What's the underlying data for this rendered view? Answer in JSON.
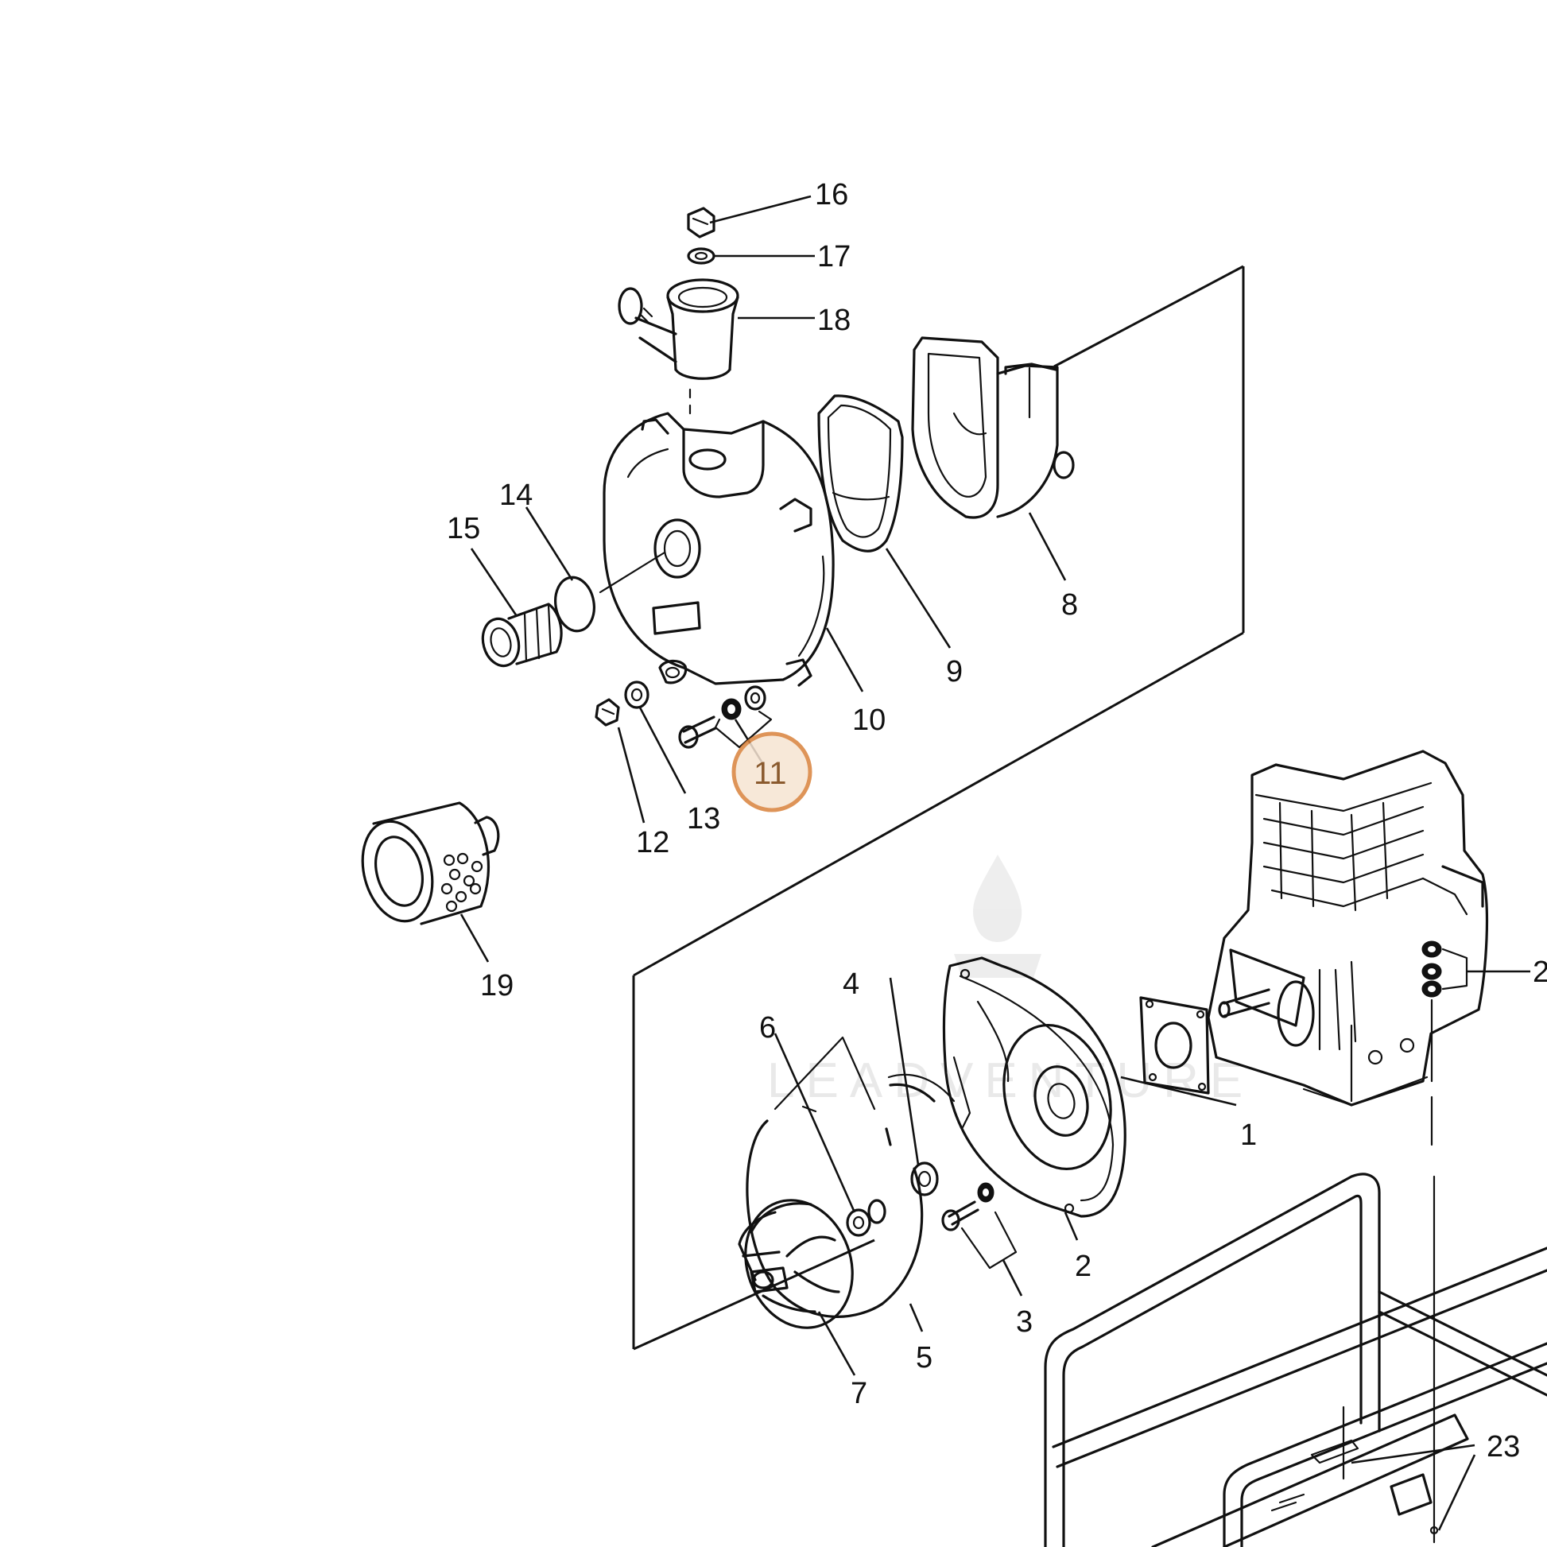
{
  "diagram": {
    "watermark": "LEADVENTURE",
    "highlighted_callout": "11",
    "highlight_color": "#d9823b",
    "callouts": [
      {
        "id": "c1",
        "text": "1"
      },
      {
        "id": "c2",
        "text": "2"
      },
      {
        "id": "c3",
        "text": "3"
      },
      {
        "id": "c4",
        "text": "4"
      },
      {
        "id": "c5",
        "text": "5"
      },
      {
        "id": "c6",
        "text": "6"
      },
      {
        "id": "c7",
        "text": "7"
      },
      {
        "id": "c8",
        "text": "8"
      },
      {
        "id": "c9",
        "text": "9"
      },
      {
        "id": "c10",
        "text": "10"
      },
      {
        "id": "c11",
        "text": "11"
      },
      {
        "id": "c12",
        "text": "12"
      },
      {
        "id": "c13",
        "text": "13"
      },
      {
        "id": "c14",
        "text": "14"
      },
      {
        "id": "c15",
        "text": "15"
      },
      {
        "id": "c16",
        "text": "16"
      },
      {
        "id": "c17",
        "text": "17"
      },
      {
        "id": "c18",
        "text": "18"
      },
      {
        "id": "c19",
        "text": "19"
      },
      {
        "id": "c2x",
        "text": "2"
      },
      {
        "id": "c23",
        "text": "23"
      }
    ]
  }
}
